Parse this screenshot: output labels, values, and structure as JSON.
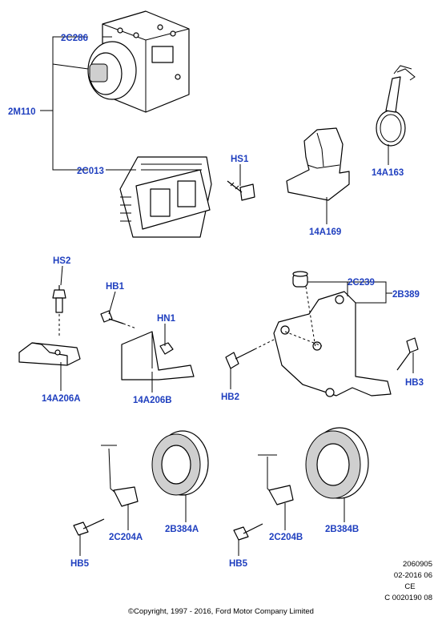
{
  "labels": {
    "2C286": "2C286",
    "2M110": "2M110",
    "2C013": "2C013",
    "HS1": "HS1",
    "14A163": "14A163",
    "14A169": "14A169",
    "HS2": "HS2",
    "14A206A": "14A206A",
    "HB1": "HB1",
    "HN1": "HN1",
    "14A206B": "14A206B",
    "2C239": "2C239",
    "2B389": "2B389",
    "HB2": "HB2",
    "HB3": "HB3",
    "2B384A": "2B384A",
    "2C204A": "2C204A",
    "HB5_left": "HB5",
    "2C204B": "2C204B",
    "2B384B": "2B384B",
    "HB5_right": "HB5"
  },
  "meta": {
    "code": "2060905",
    "date": "02-2016 06",
    "region": "CE",
    "ref": "C 0020190 08"
  },
  "copyright": "©Copyright, 1997 - 2016, Ford Motor Company Limited",
  "colors": {
    "label": "#1f3fbf",
    "line": "#000000",
    "background": "#ffffff"
  }
}
